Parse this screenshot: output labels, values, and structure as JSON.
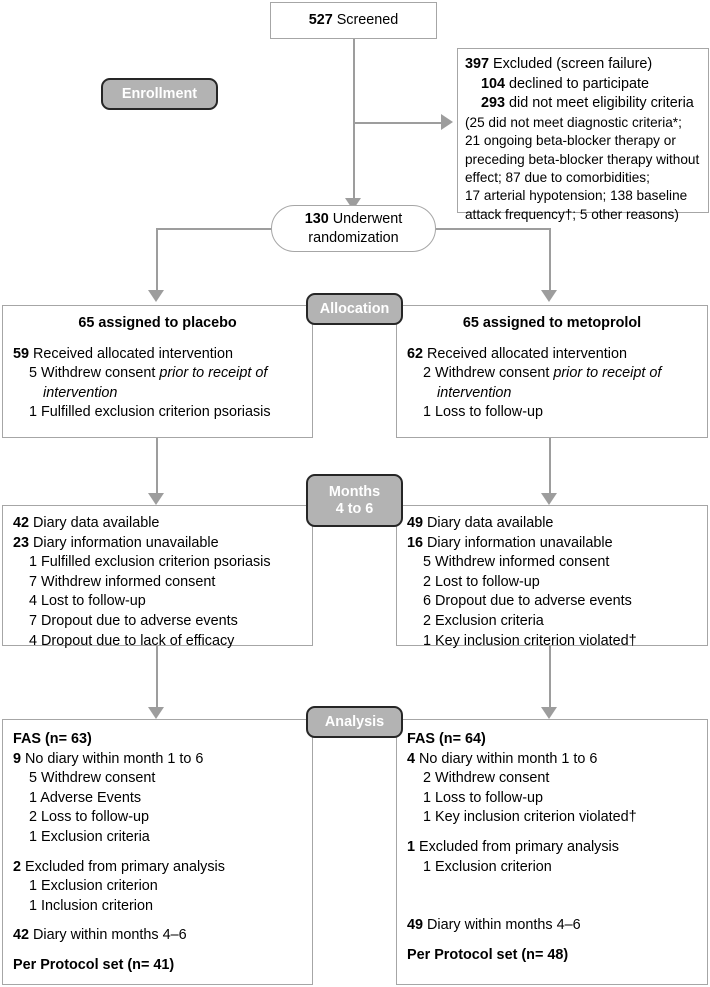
{
  "diagram": {
    "title": "CONSORT participant flow diagram",
    "colors": {
      "box_border": "#a6a6a6",
      "connector": "#9d9d9d",
      "stage_fill": "#b3b3b3",
      "stage_border": "#262626",
      "stage_text": "#ffffff",
      "text": "#000000",
      "background": "#ffffff"
    }
  },
  "stages": {
    "enrollment": "Enrollment",
    "allocation": "Allocation",
    "months_line1": "Months",
    "months_line2": "4 to 6",
    "analysis": "Analysis"
  },
  "screened": {
    "count": "527",
    "label": "Screened"
  },
  "excluded": {
    "total_count": "397",
    "total_label": "Excluded (screen failure)",
    "declined_count": "104",
    "declined_label": "declined to participate",
    "ineligible_count": "293",
    "ineligible_label": "did not meet eligibility criteria",
    "detail_lines": [
      "(25 did not meet diagnostic criteria*;",
      "21 ongoing beta-blocker therapy or",
      "preceding beta-blocker therapy without",
      "effect; 87 due to comorbidities;",
      "17 arterial hypotension; 138  baseline",
      "attack frequency†; 5 other reasons)"
    ]
  },
  "randomization": {
    "count": "130",
    "label_line1": "Underwent",
    "label_line2": "randomization"
  },
  "allocation": {
    "placebo": {
      "heading_count": "65",
      "heading_label": "assigned to placebo",
      "received_count": "59",
      "received_label": "Received allocated intervention",
      "items": [
        {
          "count": "5",
          "text": "Withdrew consent ",
          "italic": "prior to receipt of",
          "italic2": "intervention"
        },
        {
          "count": "1",
          "text": "Fulfilled exclusion criterion psoriasis",
          "italic": "",
          "italic2": ""
        }
      ]
    },
    "metoprolol": {
      "heading_count": "65",
      "heading_label": "assigned to metoprolol",
      "received_count": "62",
      "received_label": "Received allocated intervention",
      "items": [
        {
          "count": "2",
          "text": "Withdrew consent ",
          "italic": "prior to receipt of",
          "italic2": "intervention"
        },
        {
          "count": "1",
          "text": "Loss to follow-up",
          "italic": "",
          "italic2": ""
        }
      ]
    }
  },
  "followup": {
    "placebo": {
      "available_count": "42",
      "available_label": "Diary data available",
      "unavailable_count": "23",
      "unavailable_label": "Diary information unavailable",
      "items": [
        {
          "count": "1",
          "text": "Fulfilled exclusion criterion psoriasis"
        },
        {
          "count": "7",
          "text": "Withdrew informed consent"
        },
        {
          "count": "4",
          "text": "Lost to follow-up"
        },
        {
          "count": "7",
          "text": "Dropout due to adverse events"
        },
        {
          "count": "4",
          "text": "Dropout due to lack of efficacy"
        }
      ]
    },
    "metoprolol": {
      "available_count": "49",
      "available_label": "Diary data available",
      "unavailable_count": "16",
      "unavailable_label": "Diary information unavailable",
      "items": [
        {
          "count": "5",
          "text": "Withdrew informed consent"
        },
        {
          "count": "2",
          "text": "Lost to follow-up"
        },
        {
          "count": "6",
          "text": "Dropout due to adverse events"
        },
        {
          "count": "2",
          "text": "Exclusion criteria"
        },
        {
          "count": "1",
          "text": "Key inclusion criterion violated†"
        }
      ]
    }
  },
  "analysis": {
    "placebo": {
      "fas": "FAS (n= 63)",
      "nodiary_count": "9",
      "nodiary_label": "No diary within month 1 to 6",
      "nodiary_items": [
        {
          "count": "5",
          "text": "Withdrew consent"
        },
        {
          "count": "1",
          "text": "Adverse Events"
        },
        {
          "count": "2",
          "text": "Loss to follow-up"
        },
        {
          "count": "1",
          "text": "Exclusion criteria"
        }
      ],
      "excluded_count": "2",
      "excluded_label": "Excluded from primary analysis",
      "excluded_items": [
        {
          "count": "1",
          "text": "Exclusion criterion"
        },
        {
          "count": "1",
          "text": "Inclusion criterion"
        }
      ],
      "diary_count": "42",
      "diary_label": "Diary within months 4–6",
      "pp": "Per Protocol set (n= 41)"
    },
    "metoprolol": {
      "fas": "FAS (n= 64)",
      "nodiary_count": "4",
      "nodiary_label": "No diary within month 1 to 6",
      "nodiary_items": [
        {
          "count": "2",
          "text": "Withdrew consent"
        },
        {
          "count": "1",
          "text": "Loss to follow-up"
        },
        {
          "count": "1",
          "text": "Key inclusion criterion violated†"
        }
      ],
      "excluded_count": "1",
      "excluded_label": "Excluded from primary analysis",
      "excluded_items": [
        {
          "count": "1",
          "text": "Exclusion criterion"
        }
      ],
      "diary_count": "49",
      "diary_label": "Diary within months 4–6",
      "pp": "Per Protocol set (n= 48)"
    }
  }
}
